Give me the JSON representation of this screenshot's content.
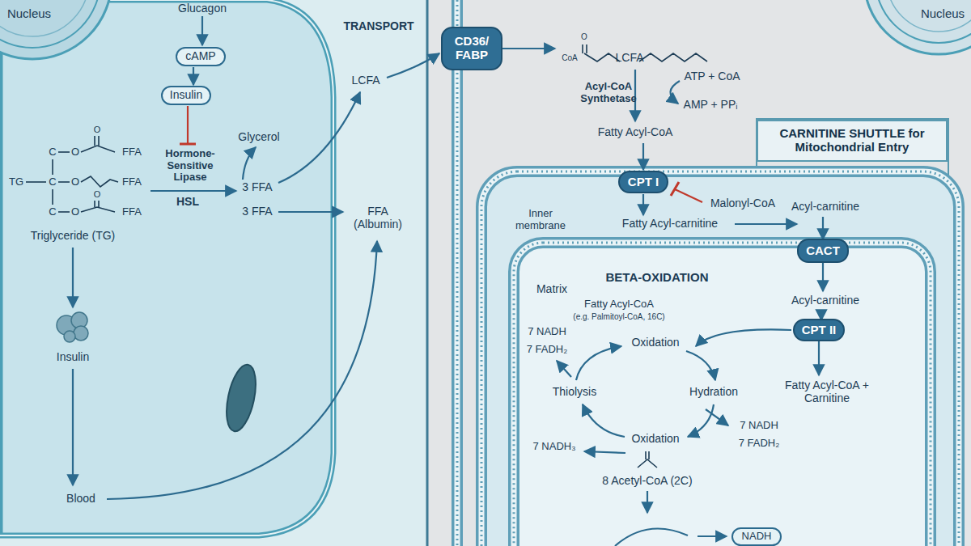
{
  "diagram": {
    "nodes": [
      {
        "text": [
          "cAMP"
        ]
      },
      {
        "text": [
          "Insulin"
        ]
      },
      {
        "text": [
          "CD36/ FABP"
        ]
      },
      {
        "text": [
          "CARNITINE SHUTTLE for Mitochondrial Entry"
        ]
      },
      {
        "text": [
          "CPT I"
        ]
      },
      {
        "text": [
          "CACT"
        ]
      },
      {
        "text": [
          "CPT II"
        ]
      },
      {
        "text": [
          "NADH"
        ]
      }
    ],
    "edges": [
      {
        "from": 0,
        "to": 1,
        "arrow": "to"
      }
    ],
    "labels": [
      "Nucleus",
      "Glucagon",
      "Glycerol",
      "Hormone-Sensitive Lipase",
      "HSL",
      "3 FFA",
      "3 FFA",
      "O",
      "C",
      "O",
      "FFA",
      "TG",
      "C",
      "O",
      "FFA",
      "O",
      "C",
      "O",
      "FFA",
      "Triglyceride (TG)",
      "Insulin",
      "Blood",
      "TRANSPORT",
      "LCFA",
      "FFA (Albumin)",
      "Nucleus",
      "O",
      "CoA",
      "LCFA",
      "Acyl-CoA Synthetase",
      "ATP + CoA",
      "AMP + PPᵢ",
      "Fatty Acyl-CoA",
      "Malonyl-CoA",
      "Acyl-carnitine",
      "Inner membrane",
      "Fatty Acyl-carnitine",
      "BETA-OXIDATION",
      "Matrix",
      "Fatty Acyl-CoA",
      "(e.g. Palmitoyl-CoA, 16C)",
      "Oxidation",
      "Hydration",
      "Thiolysis",
      "Oxidation",
      "7 NADH",
      "7 FADH₂",
      "7 NADH",
      "7 FADH₂",
      "7 NADH₃",
      "8 Acetyl-CoA (2C)",
      "Acyl-carnitine",
      "Fatty Acyl-CoA + Carnitine"
    ]
  }
}
